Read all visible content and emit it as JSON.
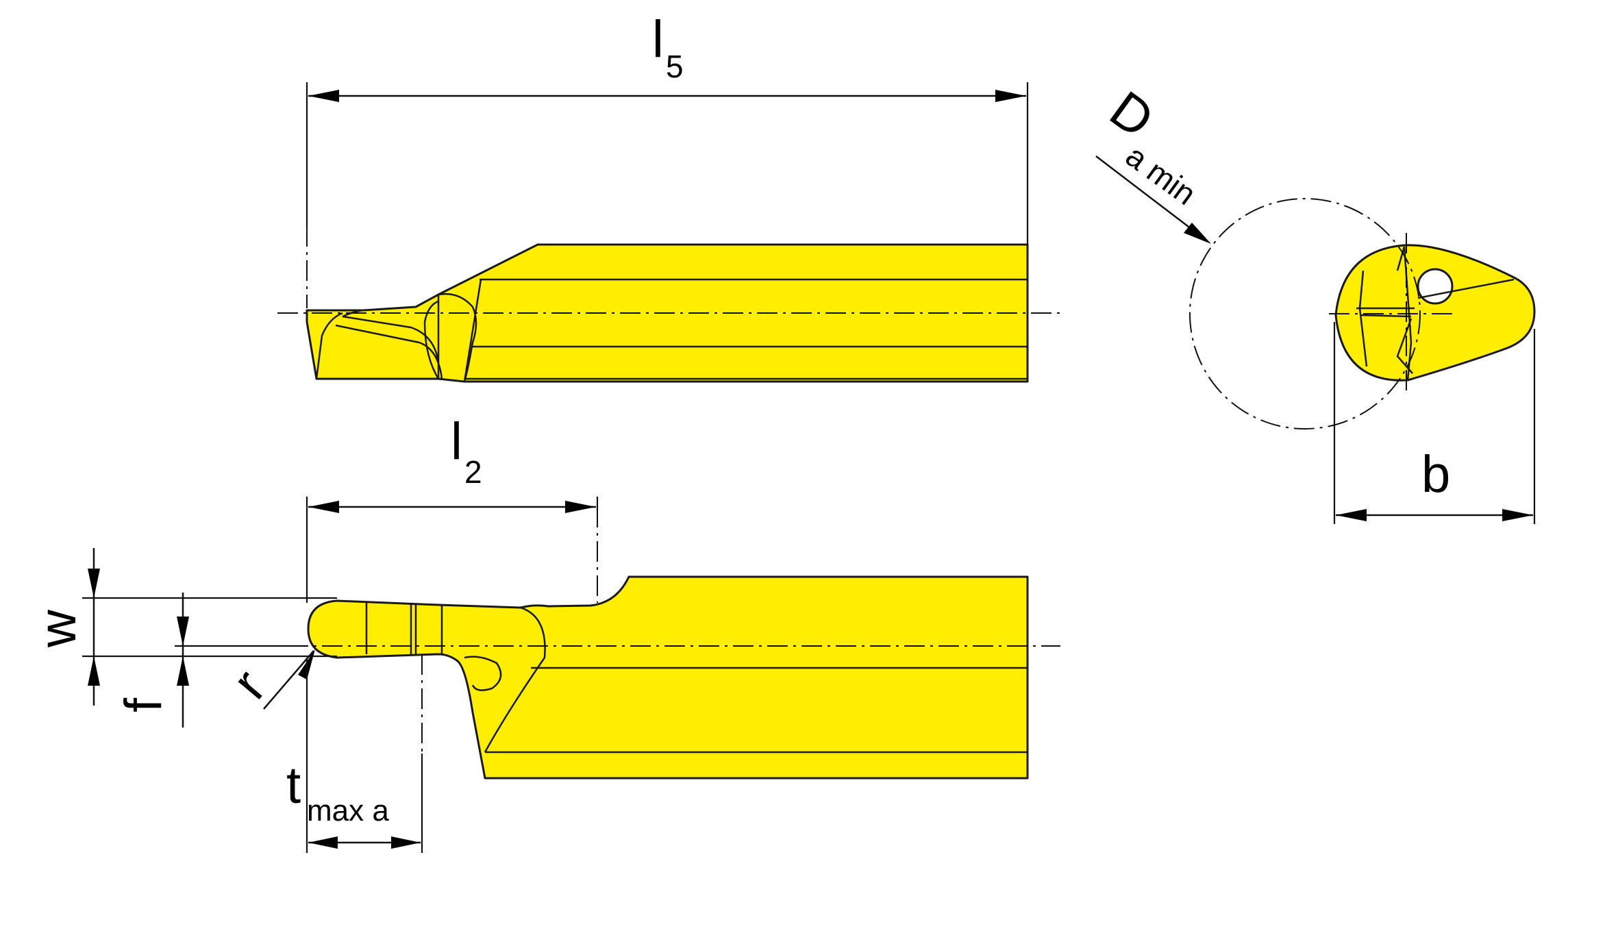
{
  "drawing": {
    "colors": {
      "insert_fill": "#ffee00",
      "line": "#1a1a1a",
      "background": "#ffffff"
    },
    "labels": {
      "l5": {
        "main": "l",
        "sub": "5"
      },
      "l2": {
        "main": "l",
        "sub": "2"
      },
      "w": "w",
      "f": "f",
      "r": "r",
      "tmax": {
        "main": "t",
        "sub": "max a"
      },
      "b": "b",
      "da": {
        "main": "D",
        "sub": "a min"
      }
    }
  }
}
